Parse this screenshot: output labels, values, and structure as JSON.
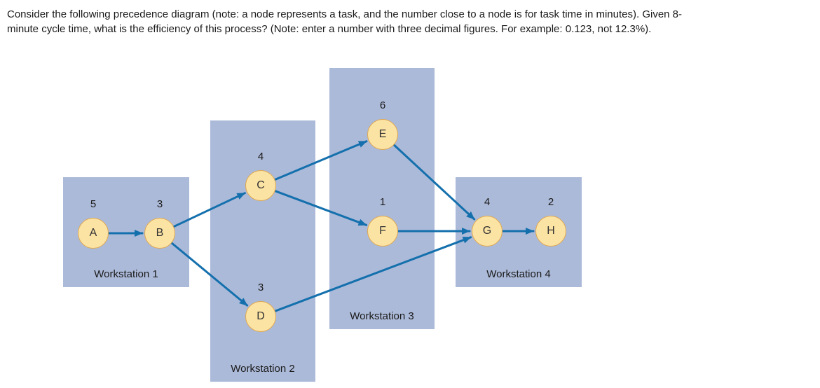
{
  "question": {
    "lines": [
      "Consider the following precedence diagram (note: a node represents a task, and the number close to a node is for task time in minutes). Given 8-",
      "minute cycle time, what is the efficiency of this process? (Note: enter a number with three decimal figures. For example: 0.123, not 12.3%)."
    ]
  },
  "diagram": {
    "nodes": {
      "A": {
        "id": "A",
        "time": "5"
      },
      "B": {
        "id": "B",
        "time": "3"
      },
      "C": {
        "id": "C",
        "time": "4"
      },
      "D": {
        "id": "D",
        "time": "3"
      },
      "E": {
        "id": "E",
        "time": "6"
      },
      "F": {
        "id": "F",
        "time": "1"
      },
      "G": {
        "id": "G",
        "time": "4"
      },
      "H": {
        "id": "H",
        "time": "2"
      }
    },
    "edges": [
      [
        "A",
        "B"
      ],
      [
        "B",
        "C"
      ],
      [
        "B",
        "D"
      ],
      [
        "C",
        "E"
      ],
      [
        "C",
        "F"
      ],
      [
        "E",
        "G"
      ],
      [
        "F",
        "G"
      ],
      [
        "D",
        "G"
      ],
      [
        "G",
        "H"
      ]
    ],
    "workstations": [
      {
        "label": "Workstation 1",
        "tasks": [
          "A",
          "B"
        ]
      },
      {
        "label": "Workstation 2",
        "tasks": [
          "C",
          "D"
        ]
      },
      {
        "label": "Workstation 3",
        "tasks": [
          "E",
          "F"
        ]
      },
      {
        "label": "Workstation 4",
        "tasks": [
          "G",
          "H"
        ]
      }
    ],
    "cycle_time_minutes": "8",
    "colors": {
      "workstation_fill": "#acbad9",
      "node_fill": "#fbe3a4",
      "node_border": "#dfa850",
      "arrow": "#1470ad"
    }
  }
}
